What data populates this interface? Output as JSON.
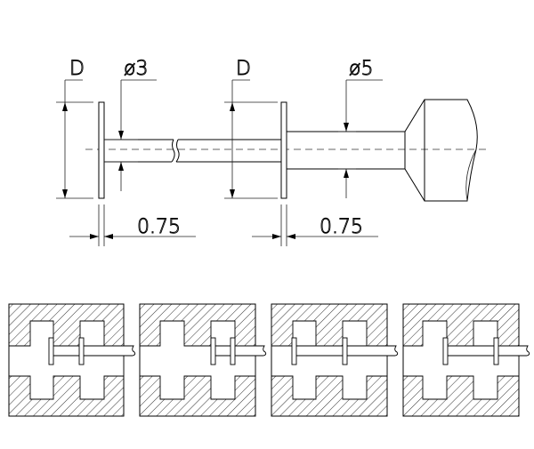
{
  "figure": {
    "top_view": {
      "labels": {
        "dim_d_left": "D",
        "dim_dia_thin": "ø3",
        "dim_d_right": "D",
        "dim_dia_thick": "ø5",
        "dim_gap_left": "0.75",
        "dim_gap_right": "0.75"
      }
    },
    "bottom_view": {
      "panel_count": 4
    },
    "colors": {
      "line": "#000000",
      "background": "#ffffff"
    }
  }
}
